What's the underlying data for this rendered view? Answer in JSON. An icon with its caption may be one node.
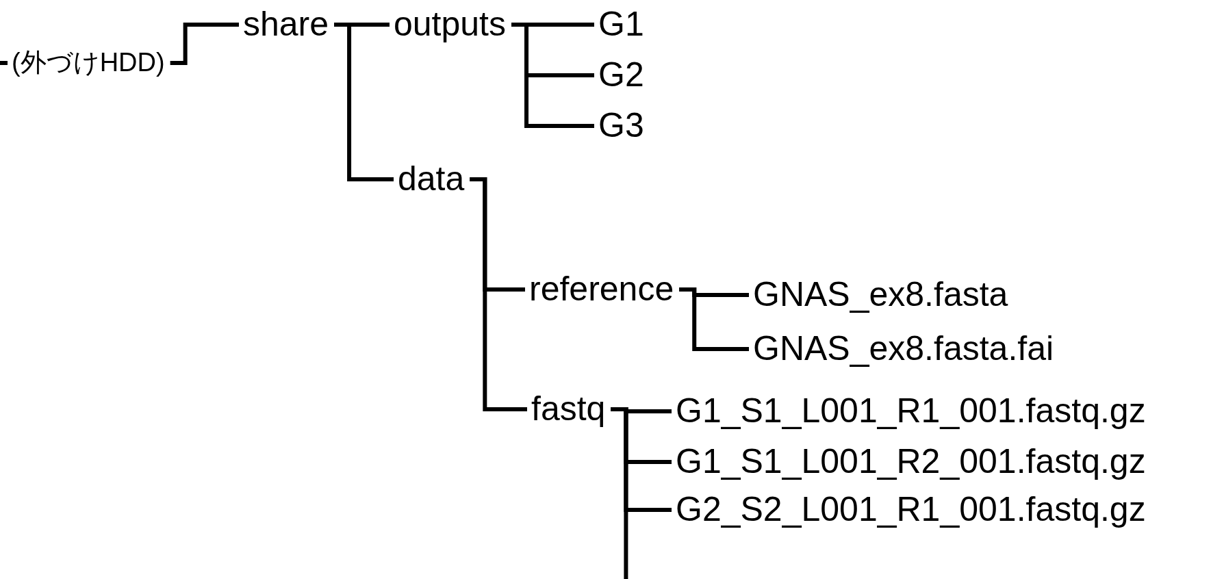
{
  "diagram": {
    "nodes": [
      {
        "text": [
          "(外づけHDD)"
        ]
      },
      {
        "text": [
          "share"
        ]
      },
      {
        "text": [
          "outputs"
        ]
      },
      {
        "text": [
          "G1"
        ]
      },
      {
        "text": [
          "G2"
        ]
      },
      {
        "text": [
          "G3"
        ]
      },
      {
        "text": [
          "data"
        ]
      },
      {
        "text": [
          "reference"
        ]
      },
      {
        "text": [
          "GNAS_ex8.fasta"
        ]
      },
      {
        "text": [
          "GNAS_ex8.fasta.fai"
        ]
      },
      {
        "text": [
          "fastq"
        ]
      },
      {
        "text": [
          "G1_S1_L001_R1_001.fastq.gz"
        ]
      },
      {
        "text": [
          "G1_S1_L001_R2_001.fastq.gz"
        ]
      },
      {
        "text": [
          "G2_S2_L001_R1_001.fastq.gz"
        ]
      }
    ],
    "edges": [
      {
        "from": null,
        "to": 0,
        "arrow": "none"
      },
      {
        "from": 0,
        "to": 1,
        "arrow": "none"
      },
      {
        "from": 1,
        "to": 2,
        "arrow": "none"
      },
      {
        "from": 1,
        "to": 6,
        "arrow": "none"
      },
      {
        "from": 2,
        "to": 3,
        "arrow": "none"
      },
      {
        "from": 2,
        "to": 4,
        "arrow": "none"
      },
      {
        "from": 2,
        "to": 5,
        "arrow": "none"
      },
      {
        "from": 6,
        "to": 7,
        "arrow": "none"
      },
      {
        "from": 6,
        "to": 10,
        "arrow": "none"
      },
      {
        "from": 7,
        "to": 8,
        "arrow": "none"
      },
      {
        "from": 7,
        "to": 9,
        "arrow": "none"
      },
      {
        "from": 10,
        "to": 11,
        "arrow": "none"
      },
      {
        "from": 10,
        "to": 12,
        "arrow": "none"
      },
      {
        "from": 10,
        "to": 13,
        "arrow": "none"
      },
      {
        "from": 10,
        "to": null,
        "arrow": "none"
      }
    ]
  }
}
